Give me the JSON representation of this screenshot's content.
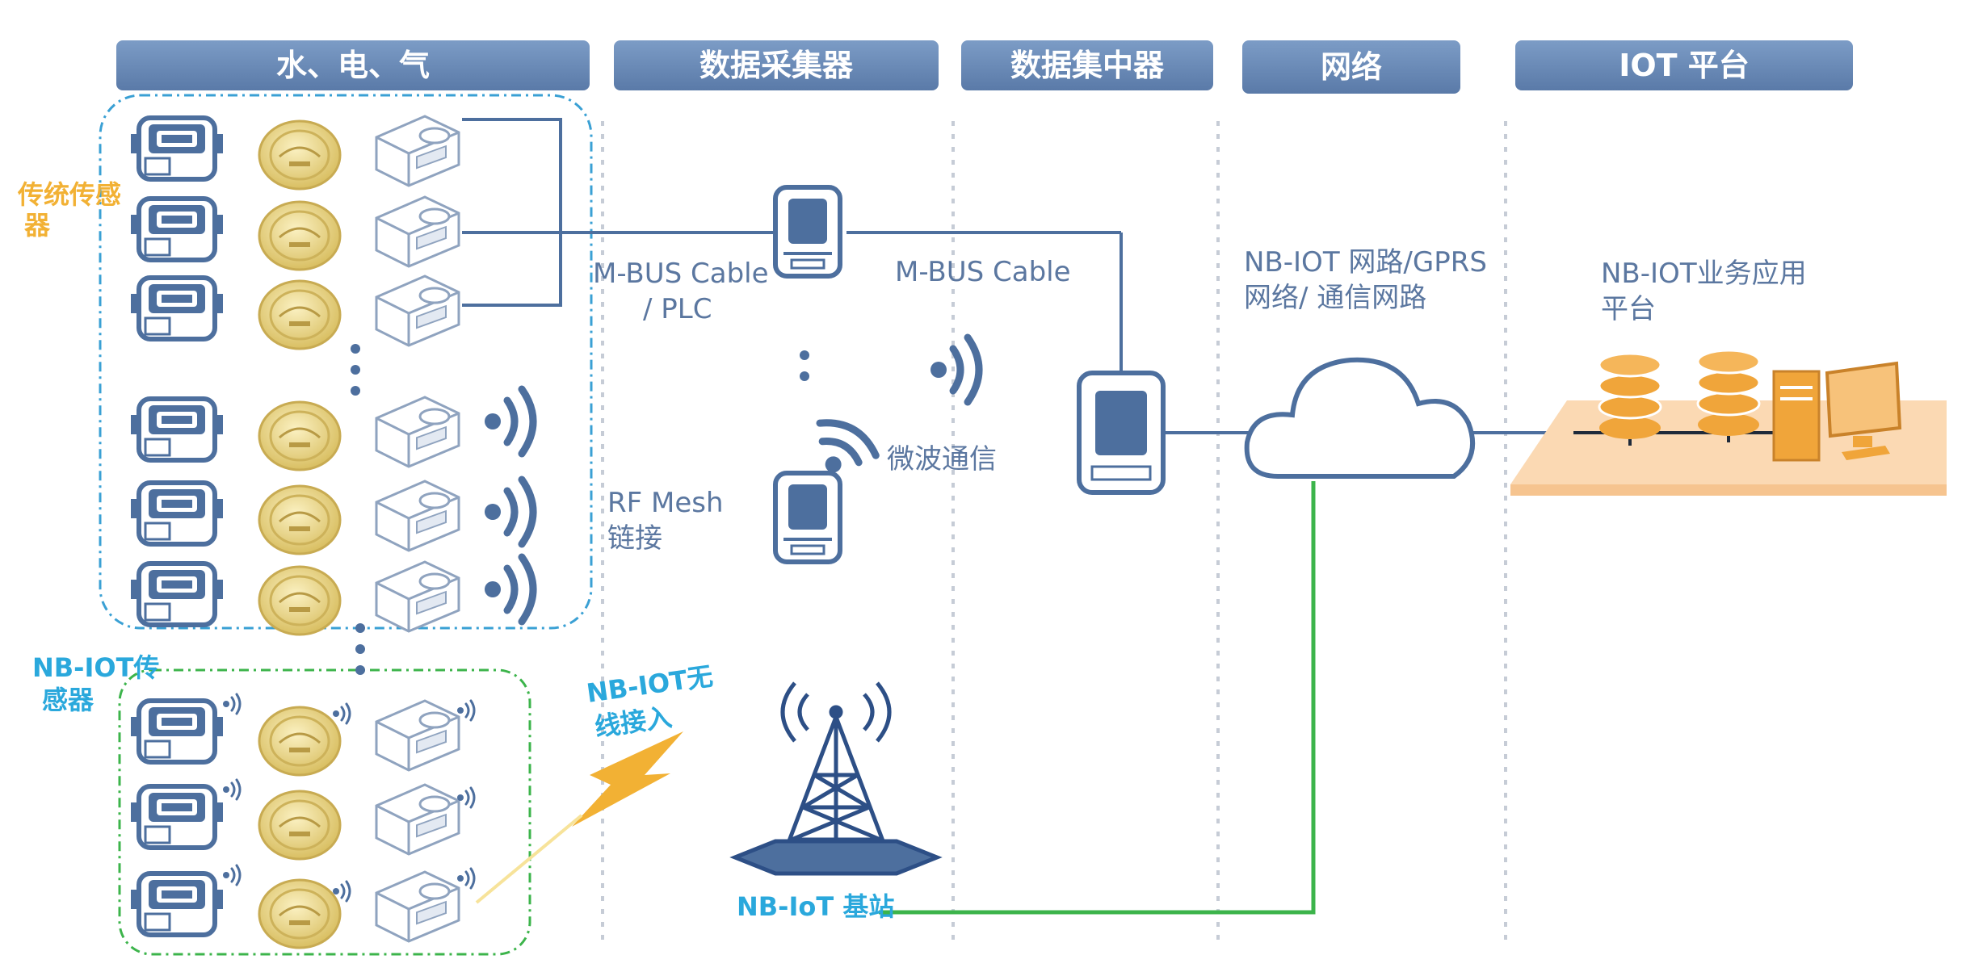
{
  "headers": {
    "utilities": "水、电、气",
    "collector": "数据采集器",
    "concentrator": "数据集中器",
    "network": "网络",
    "platform": "IOT 平台"
  },
  "groups": {
    "traditional_line1": "传统传感",
    "traditional_line2": "器",
    "nbiot_line1": "NB-IOT传",
    "nbiot_line2": "感器"
  },
  "labels": {
    "mbus_plc_line1": "M-BUS Cable",
    "mbus_plc_line2": "/ PLC",
    "mbus_cable": "M-BUS Cable",
    "rf_mesh_line1": "RF Mesh",
    "rf_mesh_line2": "链接",
    "microwave": "微波通信",
    "nbiot_wireless_line1": "NB-IOT无",
    "nbiot_wireless_line2": "线接入",
    "base_station": "NB-IoT 基站",
    "network_line1": "NB-IOT 网路/GPRS",
    "network_line2": "网络/ 通信网路",
    "platform_line1": "NB-IOT业务应用",
    "platform_line2": "平台"
  },
  "colors": {
    "header_bg": "#6b8cb8",
    "icon_blue": "#5b7fb5",
    "orange": "#f2b134",
    "cyan": "#2aa8dc",
    "green_line": "#3cb44b",
    "platform_bg": "#fbd9b3"
  }
}
